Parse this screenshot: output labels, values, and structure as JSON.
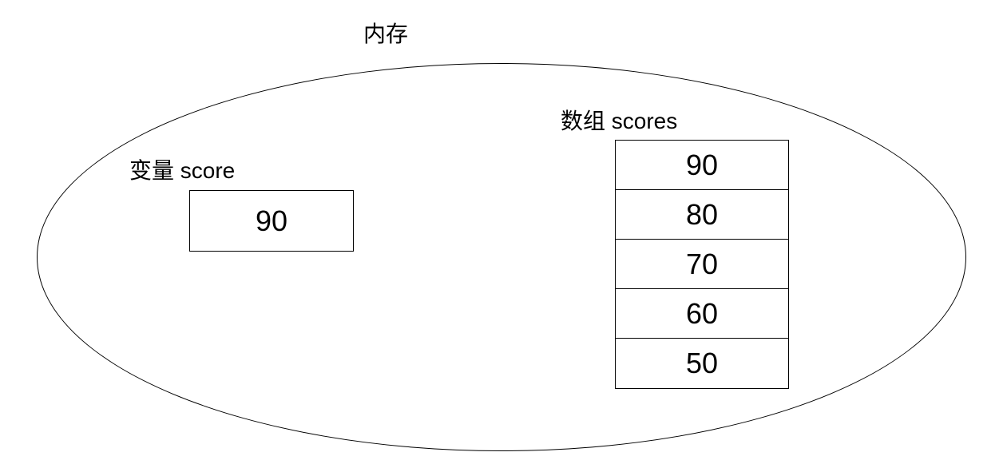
{
  "page": {
    "background_color": "#ffffff",
    "line_color": "#000000",
    "text_color": "#000000"
  },
  "diagram": {
    "title": "内存",
    "variable": {
      "label": "变量 score",
      "value": "90"
    },
    "array": {
      "label": "数组 scores",
      "cells": [
        "90",
        "80",
        "70",
        "60",
        "50"
      ]
    }
  }
}
